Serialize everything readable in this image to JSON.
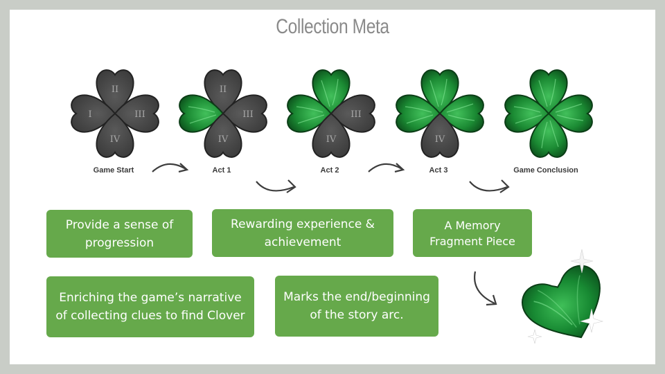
{
  "title": "Collection Meta",
  "stages": [
    {
      "label": "Game Start",
      "numerals": [
        "II",
        "I",
        "III",
        "IV"
      ]
    },
    {
      "label": "Act 1",
      "numerals": [
        "II",
        "",
        "III",
        "IV"
      ]
    },
    {
      "label": "Act 2",
      "numerals": [
        "",
        "",
        "III",
        "IV"
      ]
    },
    {
      "label": "Act 3",
      "numerals": [
        "",
        "",
        "",
        "IV"
      ]
    },
    {
      "label": "Game Conclusion",
      "numerals": [
        "",
        "",
        "",
        ""
      ]
    }
  ],
  "boxes": {
    "progression": "Provide a sense of progression",
    "rewarding": "Rewarding experience & achievement",
    "memory": "A Memory Fragment Piece",
    "narrative": "Enriching the game’s narrative of collecting clues to find Clover",
    "marks": "Marks the end/beginning of the story arc."
  },
  "colors": {
    "green_box": "#66a94b",
    "leaf_green": "#1f8a34",
    "leaf_dark": "#454545"
  }
}
